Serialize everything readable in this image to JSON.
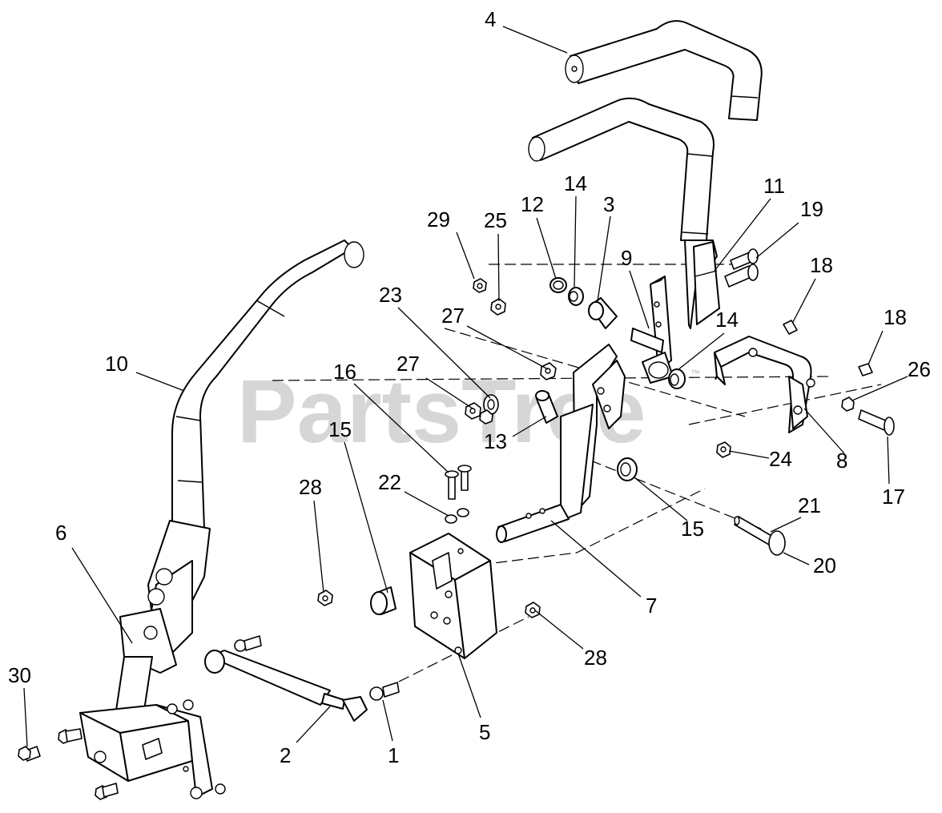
{
  "watermark": {
    "text": "PartsTree",
    "mark": "™"
  },
  "callouts": [
    "1",
    "2",
    "3",
    "4",
    "5",
    "6",
    "7",
    "8",
    "9",
    "10",
    "11",
    "12",
    "13",
    "14",
    "14",
    "15",
    "15",
    "16",
    "17",
    "18",
    "18",
    "19",
    "20",
    "21",
    "22",
    "23",
    "24",
    "25",
    "26",
    "27",
    "27",
    "28",
    "28",
    "29",
    "30"
  ]
}
